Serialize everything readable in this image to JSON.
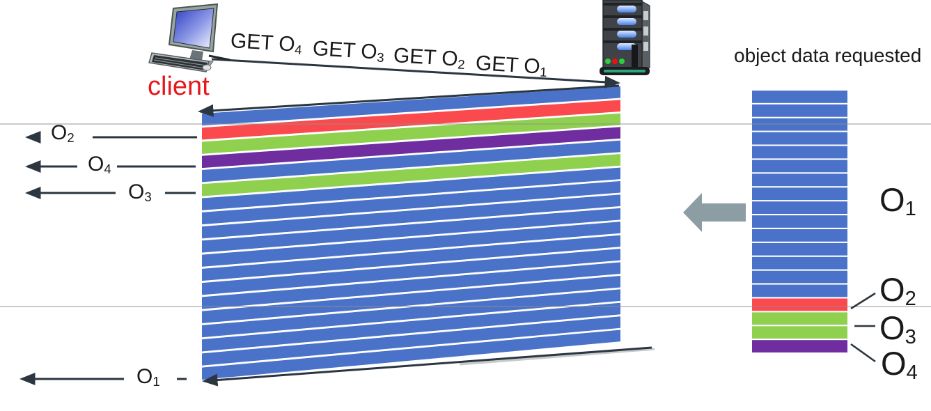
{
  "palette": {
    "blue": "#4a72c8",
    "red": "#fa4a4e",
    "green": "#8fd14e",
    "purple": "#6f2da0",
    "ink": "#2b3640",
    "gray_line": "#8f8f8f",
    "gray_arrow": "#8c9da3",
    "client_red": "#e8161a"
  },
  "client": {
    "label": "client"
  },
  "requests": [
    {
      "text": "GET O",
      "sub": "4"
    },
    {
      "text": "GET O",
      "sub": "3"
    },
    {
      "text": "GET O",
      "sub": "2"
    },
    {
      "text": "GET O",
      "sub": "1"
    }
  ],
  "deliveries": [
    {
      "text": "O",
      "sub": "2"
    },
    {
      "text": "O",
      "sub": "4"
    },
    {
      "text": "O",
      "sub": "3"
    },
    {
      "text": "O",
      "sub": "1"
    }
  ],
  "band": {
    "stripe_colors": [
      "blue",
      "red",
      "green",
      "purple",
      "blue",
      "green",
      "blue",
      "blue",
      "blue",
      "blue",
      "blue",
      "blue",
      "blue",
      "blue",
      "blue",
      "blue",
      "blue",
      "blue",
      "blue"
    ]
  },
  "object_bar": {
    "title": "object data requested",
    "stripe_colors": [
      "blue",
      "blue",
      "blue",
      "blue",
      "blue",
      "blue",
      "blue",
      "blue",
      "blue",
      "blue",
      "blue",
      "blue",
      "blue",
      "blue",
      "blue",
      "red",
      "green",
      "green",
      "purple"
    ],
    "labels": [
      {
        "text": "O",
        "sub": "1"
      },
      {
        "text": "O",
        "sub": "2"
      },
      {
        "text": "O",
        "sub": "3"
      },
      {
        "text": "O",
        "sub": "4"
      }
    ]
  }
}
